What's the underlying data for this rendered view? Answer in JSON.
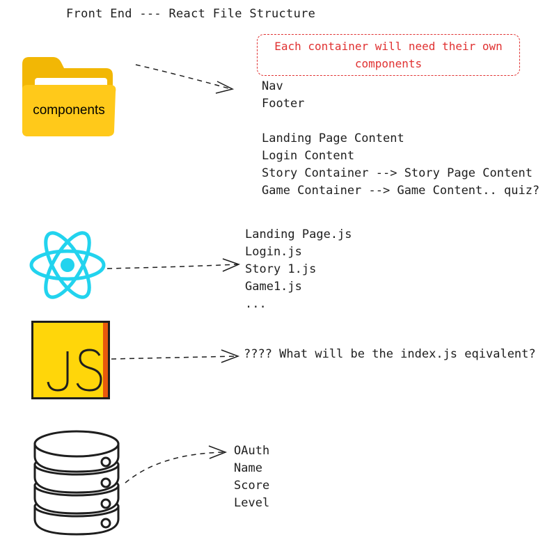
{
  "title": "Front End --- React File Structure",
  "note": {
    "line1": "Each container will need their own",
    "line2": "components"
  },
  "components_folder": {
    "icon": "folder-icon",
    "label": "components",
    "items": [
      "Nav",
      "Footer",
      "",
      "Landing Page Content",
      "Login Content",
      "Story Container --> Story Page Content",
      "Game Container --> Game Content.. quiz?"
    ]
  },
  "react": {
    "icon": "react-logo-icon",
    "items": [
      "Landing Page.js",
      "Login.js",
      "Story 1.js",
      "Game1.js",
      "..."
    ]
  },
  "javascript": {
    "icon": "js-logo-icon",
    "text": "???? What will be the index.js eqivalent?"
  },
  "database": {
    "icon": "database-icon",
    "items": [
      "OAuth",
      "Name",
      "Score",
      "Level"
    ]
  },
  "colors": {
    "note_red": "#e03131",
    "folder_yellow": "#f9c513",
    "react_cyan": "#22d3ee",
    "js_yellow": "#f7df1e"
  }
}
